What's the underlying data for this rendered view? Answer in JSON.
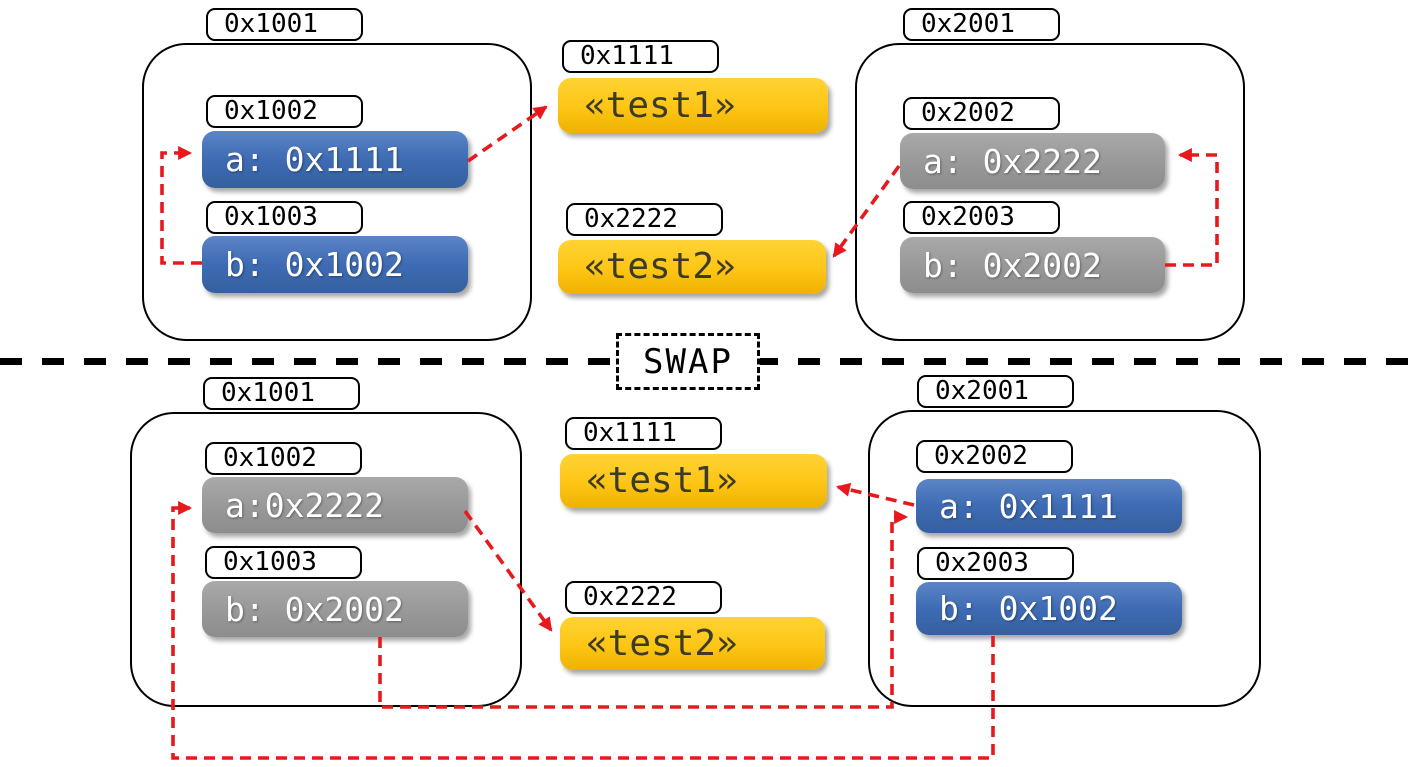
{
  "colors": {
    "blue": "#3e6bb4",
    "gray": "#989898",
    "yellow": "#fec515",
    "red": "#e8191d",
    "border": "#000000"
  },
  "divider": {
    "label": "SWAP"
  },
  "top": {
    "left_frame": {
      "tab": "0x1001",
      "a_tab": "0x1002",
      "a": "a: 0x1111",
      "b_tab": "0x1003",
      "b": "b: 0x1002"
    },
    "heap": {
      "t1_tab": "0x1111",
      "t1": "«test1»",
      "t2_tab": "0x2222",
      "t2": "«test2»"
    },
    "right_frame": {
      "tab": "0x2001",
      "a_tab": "0x2002",
      "a": "a: 0x2222",
      "b_tab": "0x2003",
      "b": "b: 0x2002"
    }
  },
  "bottom": {
    "left_frame": {
      "tab": "0x1001",
      "a_tab": "0x1002",
      "a": "a:0x2222",
      "b_tab": "0x1003",
      "b": "b: 0x2002"
    },
    "heap": {
      "t1_tab": "0x1111",
      "t1": "«test1»",
      "t2_tab": "0x2222",
      "t2": "«test2»"
    },
    "right_frame": {
      "tab": "0x2001",
      "a_tab": "0x2002",
      "a": "a: 0x1111",
      "b_tab": "0x2003",
      "b": "b: 0x1002"
    }
  }
}
